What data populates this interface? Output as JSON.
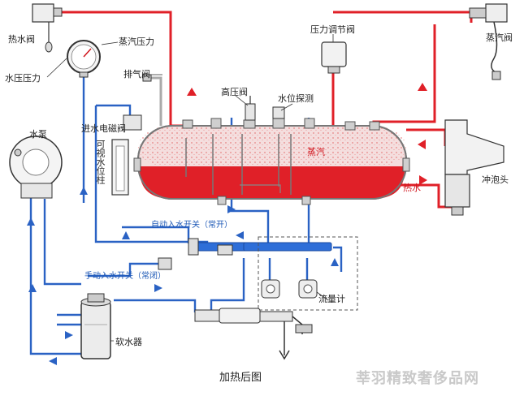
{
  "labels": {
    "hot_water_valve": "热水阀",
    "steam_pressure": "蒸汽压力",
    "water_pressure": "水压压力",
    "exhaust_valve": "排气阀",
    "high_pressure_valve": "高压阀",
    "water_level_probe": "水位探测",
    "pressure_regulator": "压力调节阀",
    "steam_valve": "蒸汽阀",
    "water_pump": "水泵",
    "inlet_solenoid": "进水电磁阀",
    "sight_gauge": "可视水位柱",
    "steam": "蒸汽",
    "hot_water": "热水",
    "frother_head": "冲泡头",
    "auto_inlet": "自动入水开关（常开）",
    "manual_inlet": "手动入水开关（常闭）",
    "flowmeter": "流量计",
    "softener": "软水器",
    "caption": "加热后图",
    "watermark": "莘羽精致奢侈品网"
  },
  "colors": {
    "steam_line": "#e0202a",
    "water_line": "#2a62c4",
    "boiler_water": "#e02028",
    "boiler_steam": "#f6dede",
    "pipe": "#b8b8b8"
  }
}
